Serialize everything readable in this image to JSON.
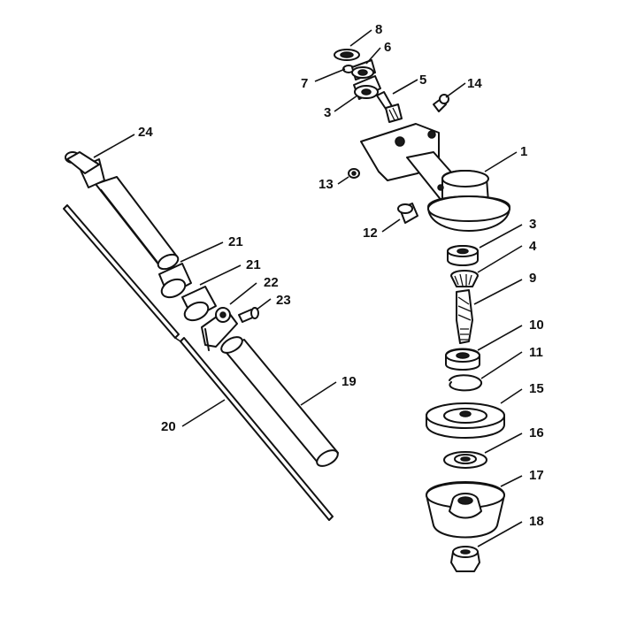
{
  "callouts": [
    {
      "id": "c1",
      "label": "1"
    },
    {
      "id": "c3a",
      "label": "3"
    },
    {
      "id": "c3b",
      "label": "3"
    },
    {
      "id": "c4",
      "label": "4"
    },
    {
      "id": "c5",
      "label": "5"
    },
    {
      "id": "c6",
      "label": "6"
    },
    {
      "id": "c7",
      "label": "7"
    },
    {
      "id": "c8",
      "label": "8"
    },
    {
      "id": "c9",
      "label": "9"
    },
    {
      "id": "c10",
      "label": "10"
    },
    {
      "id": "c11",
      "label": "11"
    },
    {
      "id": "c12",
      "label": "12"
    },
    {
      "id": "c13",
      "label": "13"
    },
    {
      "id": "c14",
      "label": "14"
    },
    {
      "id": "c15",
      "label": "15"
    },
    {
      "id": "c16",
      "label": "16"
    },
    {
      "id": "c17",
      "label": "17"
    },
    {
      "id": "c18",
      "label": "18"
    },
    {
      "id": "c19",
      "label": "19"
    },
    {
      "id": "c20",
      "label": "20"
    },
    {
      "id": "c21a",
      "label": "21"
    },
    {
      "id": "c21b",
      "label": "21"
    },
    {
      "id": "c22",
      "label": "22"
    },
    {
      "id": "c23",
      "label": "23"
    },
    {
      "id": "c24",
      "label": "24"
    }
  ]
}
